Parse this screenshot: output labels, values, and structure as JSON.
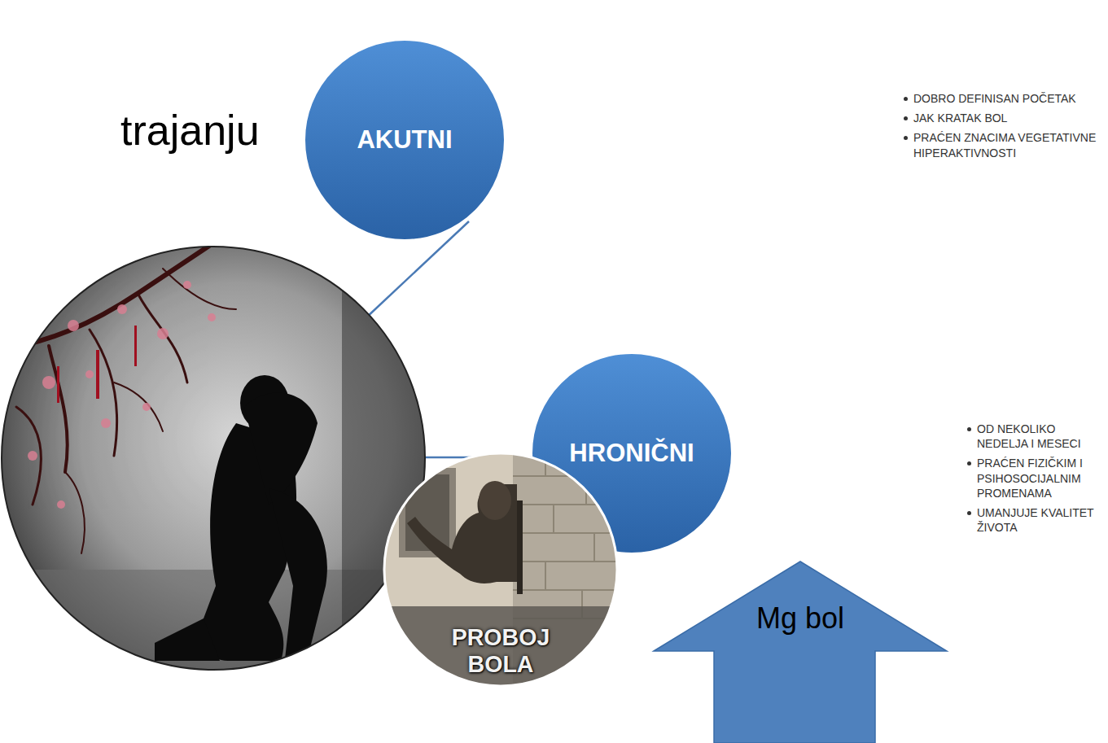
{
  "diagram": {
    "title": "trajanju",
    "nodes": [
      {
        "text": [
          "AKUTNI"
        ]
      },
      {
        "text": [
          "HRONIČNI"
        ]
      },
      {
        "text": [
          "PROBOJ BOLA"
        ]
      },
      {
        "text": [
          "Mg bol"
        ]
      }
    ],
    "labels": [
      "DOBRO DEFINISAN POČETAK",
      "JAK KRATAK BOL",
      "PRAĆEN ZNACIMA VEGETATIVNE HIPERAKTIVNOSTI",
      "OD NEKOLIKO NEDELJA I MESECI",
      "PRAĆEN FIZIČKIM I PSIHOSOCIJALNIM PROMENAMA",
      "UMANJUJE KVALITET ŽIVOTA"
    ]
  }
}
